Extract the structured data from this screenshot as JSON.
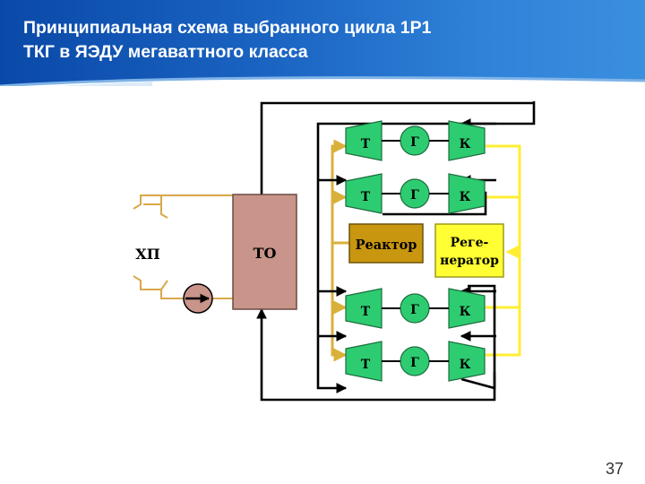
{
  "slide": {
    "title": "Принципиальная схема выбранного цикла 1Р1\nТКГ в ЯЭДУ мегаваттного класса",
    "page_number": "37"
  },
  "diagram": {
    "turbine_label": "Т",
    "generator_label": "Г",
    "compressor_label": "К",
    "reactor_label": "Реактор",
    "regenerator_label_line1": "Реге-",
    "regenerator_label_line2": "нератор",
    "heat_exchanger_label": "ТО",
    "cooler_label": "ХП",
    "colors": {
      "turbine_fill": "#2ecc71",
      "generator_fill": "#2ecc71",
      "compressor_fill": "#2ecc71",
      "reactor_fill": "#c8960f",
      "regenerator_fill": "#ffff33",
      "heat_exchanger_fill": "#c9948a",
      "hot_line": "#d9b13a",
      "regen_line": "#ffee33",
      "main_line": "#000000",
      "cooler_line": "#d9a84a"
    }
  }
}
